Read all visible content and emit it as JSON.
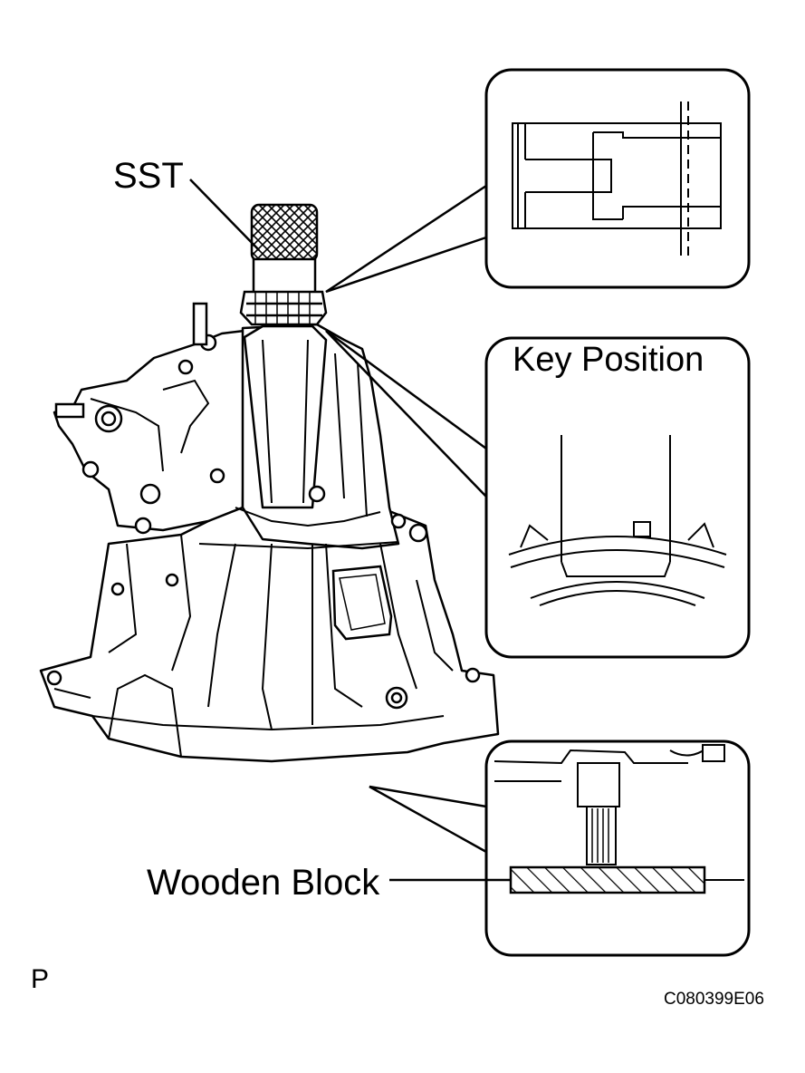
{
  "labels": {
    "sst": "SST",
    "key_position": "Key Position",
    "wooden_block": "Wooden Block",
    "corner_mark": "P",
    "figure_code": "C080399E06"
  }
}
